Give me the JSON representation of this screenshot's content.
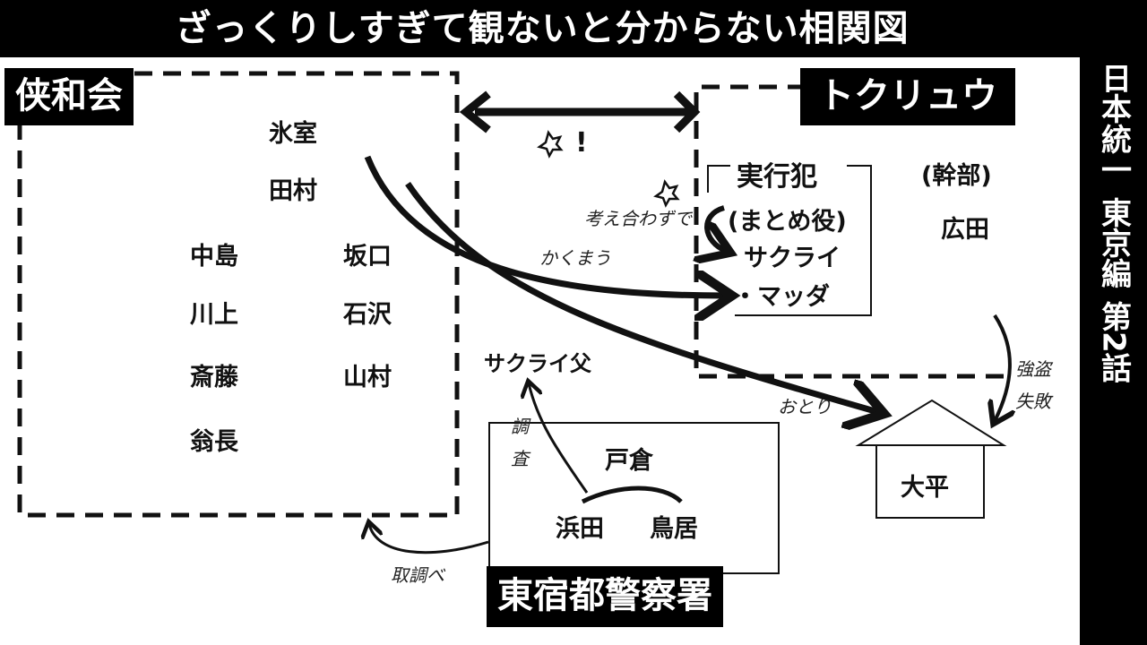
{
  "title": "ざっくりしすぎて観ないと分からない相関図",
  "side": {
    "series": "日本統一",
    "arc": "東京編",
    "episode": "第2話"
  },
  "kyowakai": {
    "label": "侠和会",
    "members": [
      "氷室",
      "田村",
      "中島",
      "坂口",
      "川上",
      "石沢",
      "斎藤",
      "山村",
      "翁長"
    ]
  },
  "tokuryu": {
    "label": "トクリュウ",
    "group_title": "実行犯",
    "role": "(まとめ役)",
    "sakurai": "サクライ",
    "matsuda": "・マッダ",
    "exec_role": "(幹部)",
    "hirota": "広田"
  },
  "police": {
    "label": "東宿都警察署",
    "members": [
      "戸倉",
      "浜田",
      "鳥居"
    ]
  },
  "others": {
    "sakurai_father": "サクライ父",
    "ohira": "大平"
  },
  "annotations": {
    "conflict": "!",
    "kangae": "考え合わずで",
    "kakumau": "かくまう",
    "otori": "おとり",
    "goto": "強盗",
    "shippai": "失敗",
    "chosa1": "調",
    "chosa2": "査",
    "torishirabe": "取調べ"
  }
}
